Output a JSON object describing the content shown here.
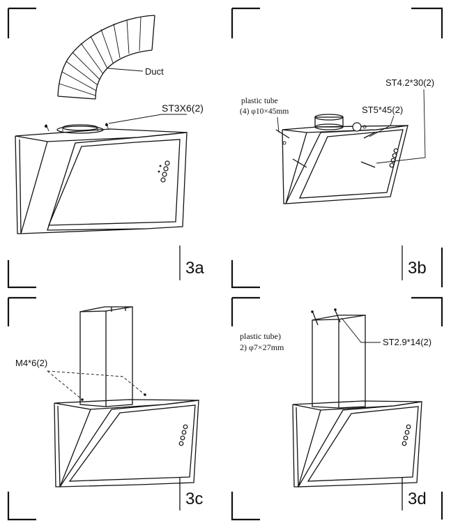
{
  "panels": {
    "a": {
      "tag": "3a",
      "duct_label": "Duct",
      "screw_label": "ST3X6(2)"
    },
    "b": {
      "tag": "3b",
      "tube_label_line1": "plastic tube",
      "tube_label_line2": "(4) φ10×45mm",
      "screw_label_1": "ST5*45(2)",
      "screw_label_2": "ST4.2*30(2)"
    },
    "c": {
      "tag": "3c",
      "screw_label": "M4*6(2)"
    },
    "d": {
      "tag": "3d",
      "tube_label_line1": "plastic tube)",
      "tube_label_line2": "2) φ7×27mm",
      "screw_label": "ST2.9*14(2)"
    }
  }
}
